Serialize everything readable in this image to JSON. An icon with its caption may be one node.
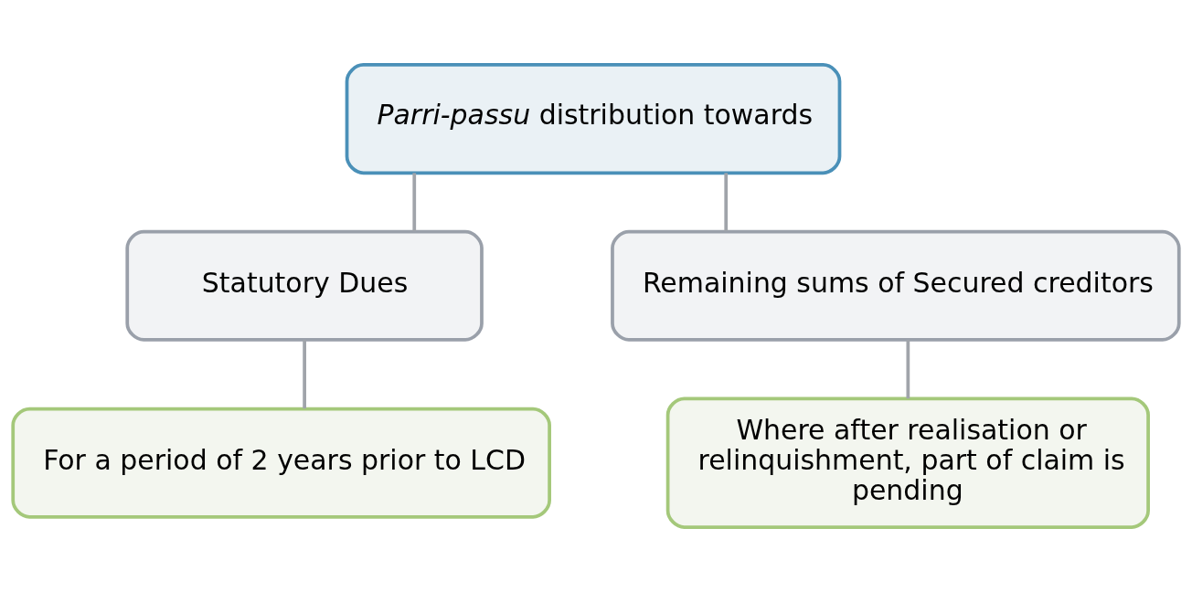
{
  "diagram": {
    "nodes": [
      {
        "text": [
          "*Parri-passu* distribution towards"
        ]
      },
      {
        "text": [
          "Statutory Dues"
        ]
      },
      {
        "text": [
          "Remaining sums of Secured creditors"
        ]
      },
      {
        "text": [
          "For a period of 2 years prior to LCD"
        ]
      },
      {
        "text": [
          "Where after realisation or relinquishment, part of claim is pending"
        ]
      }
    ],
    "edges": [
      {
        "from": 0,
        "to": 1,
        "arrow": "none"
      },
      {
        "from": 0,
        "to": 2,
        "arrow": "none"
      },
      {
        "from": 1,
        "to": 3,
        "arrow": "none"
      },
      {
        "from": 2,
        "to": 4,
        "arrow": "none"
      }
    ]
  }
}
